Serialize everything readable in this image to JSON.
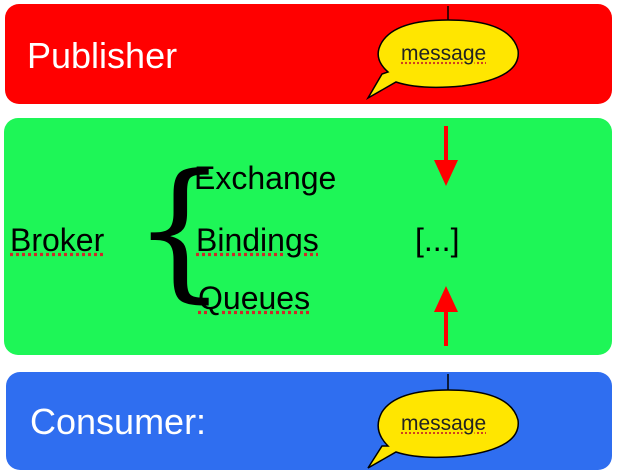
{
  "publisher": {
    "title": "Publisher",
    "bubble_text": "message",
    "color": "#ff0000"
  },
  "broker": {
    "label": "Broker",
    "brace": "{",
    "items": [
      "Exchange",
      "Bindings",
      "Queues"
    ],
    "ellipsis": "[...]",
    "color": "#1ef657"
  },
  "consumer": {
    "title": "Consumer:",
    "bubble_text": "message",
    "color": "#2f6ef0"
  },
  "arrow_color": "#ff0000",
  "bubble_color": "#ffe600"
}
